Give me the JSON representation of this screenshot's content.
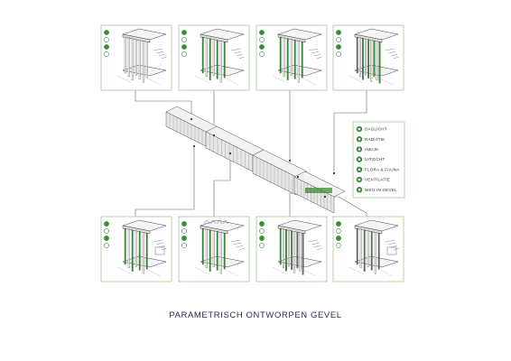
{
  "caption": "PARAMETRISCH ONTWORPEN GEVEL",
  "colors": {
    "accent": "#3a8a3a",
    "panel_border": "#a9c79a",
    "line": "#555555",
    "text": "#2b2b55"
  },
  "legend": {
    "items": [
      {
        "label": "DAGLICHT",
        "icon": "sun-icon"
      },
      {
        "label": "RADIATIE",
        "icon": "radiation-icon"
      },
      {
        "label": "INKIJK",
        "icon": "eye-icon"
      },
      {
        "label": "UITZICHT",
        "icon": "view-icon"
      },
      {
        "label": "FLORA & FAUNA",
        "icon": "leaf-icon"
      },
      {
        "label": "VENTILATIE",
        "icon": "wind-icon"
      },
      {
        "label": "WKO IN GEVEL",
        "icon": "heat-exchange-icon"
      }
    ]
  },
  "panels": [
    {
      "id": "top-1",
      "variant": "slats"
    },
    {
      "id": "top-2",
      "variant": "screens"
    },
    {
      "id": "top-3",
      "variant": "green-fins"
    },
    {
      "id": "top-4",
      "variant": "green-fins-dense"
    },
    {
      "id": "bottom-1",
      "variant": "screens-balcony"
    },
    {
      "id": "bottom-2",
      "variant": "green-fins-roof"
    },
    {
      "id": "bottom-3",
      "variant": "green-fins-wide"
    },
    {
      "id": "bottom-4",
      "variant": "green-fins-balcony"
    }
  ]
}
